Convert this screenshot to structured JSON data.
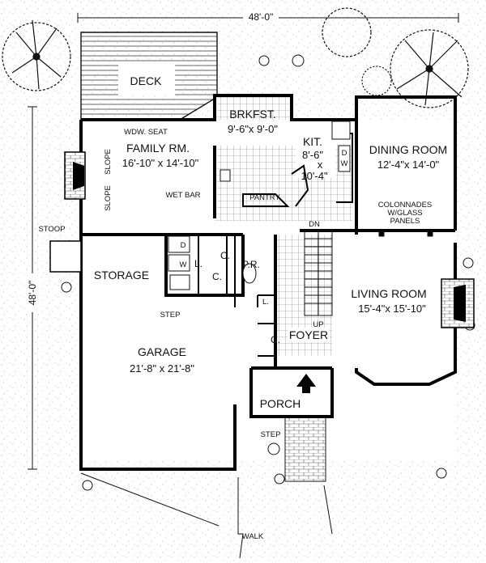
{
  "plan": {
    "dim_top": "48'-0\"",
    "dim_left": "48'-0\"",
    "rooms": {
      "deck": {
        "name": "DECK"
      },
      "breakfast": {
        "name": "BRKFST.",
        "size": "9'-6\"x 9'-0\""
      },
      "family": {
        "name": "FAMILY RM.",
        "size": "16'-10\" x 14'-10\""
      },
      "kitchen": {
        "name": "KIT.",
        "size_a": "8'-6\"",
        "size_x": "x",
        "size_b": "10'-4\""
      },
      "dining": {
        "name": "DINING ROOM",
        "size": "12'-4\"x 14'-0\""
      },
      "living": {
        "name": "LIVING ROOM",
        "size": "15'-4\"x 15'-10\""
      },
      "garage": {
        "name": "GARAGE",
        "size": "21'-8\" x 21'-8\""
      },
      "foyer": {
        "name": "FOYER"
      },
      "porch": {
        "name": "PORCH"
      },
      "storage": {
        "name": "STORAGE"
      },
      "powder": {
        "name": "P.R."
      },
      "pantry": {
        "name": "PANTRY"
      }
    },
    "notes": {
      "wdw_seat": "WDW. SEAT",
      "slope_1": "SLOPE",
      "slope_2": "SLOPE",
      "wet_bar": "WET BAR",
      "colonnades_1": "COLONNADES",
      "colonnades_2": "W/GLASS",
      "colonnades_3": "PANELS",
      "stoop": "STOOP",
      "step_garage": "STEP",
      "step_porch": "STEP",
      "walk": "WALK",
      "dn": "DN",
      "up": "UP",
      "d_kitchen": "D",
      "w_kitchen": "W",
      "d_laundry": "D",
      "w_laundry": "W",
      "l_laundry": "L.",
      "c_laundry": "C.",
      "c_powder": "C.",
      "l_powder": "L.",
      "c_foyer": "C."
    }
  }
}
